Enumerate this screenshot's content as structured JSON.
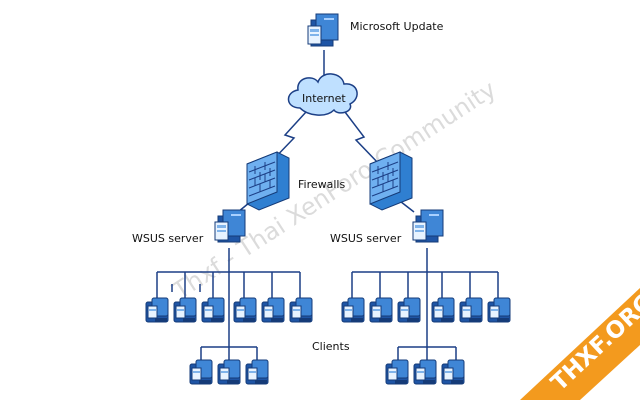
{
  "labels": {
    "microsoft_update": "Microsoft Update",
    "internet": "Internet",
    "firewalls": "Firewalls",
    "wsus_server_left": "WSUS server",
    "wsus_server_right": "WSUS server",
    "clients": "Clients"
  },
  "watermark": "Thxf - Thai XenForo Community",
  "ribbon": {
    "text": "THXF.ORG",
    "color": "#f39a1e"
  },
  "colors": {
    "line": "#1c3f86",
    "device_dark": "#1f55a5",
    "device_light": "#e8f3ff",
    "cloud_fill": "#bfe0ff",
    "firewall": "#2f7fd1"
  },
  "icons": {
    "server": "server-icon",
    "cloud": "cloud-icon",
    "firewall": "firewall-icon",
    "client": "client-computer-icon"
  }
}
